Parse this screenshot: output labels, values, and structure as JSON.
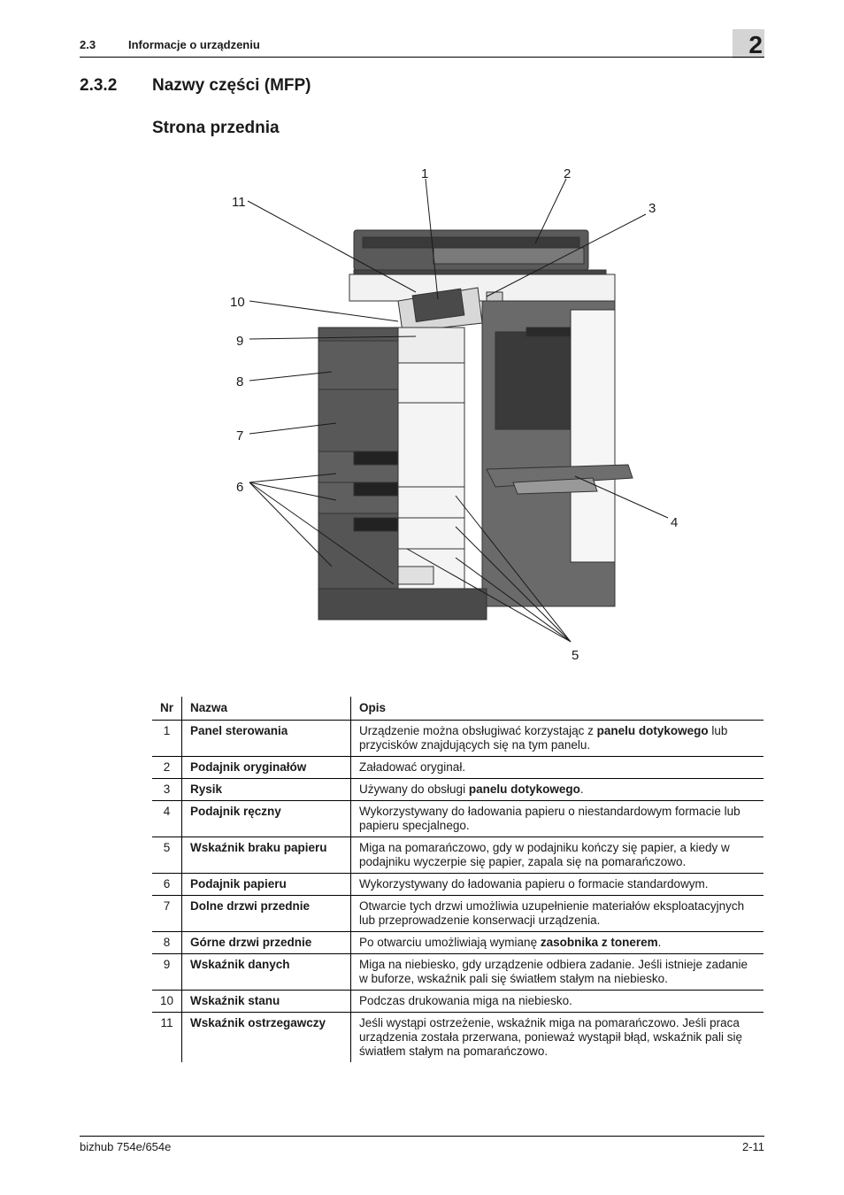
{
  "header": {
    "section": "2.3",
    "title": "Informacje o urządzeniu",
    "chapter": "2"
  },
  "section": {
    "number": "2.3.2",
    "title": "Nazwy części (MFP)",
    "subtitle": "Strona przednia"
  },
  "figure": {
    "callouts": [
      "1",
      "2",
      "3",
      "4",
      "5",
      "6",
      "7",
      "8",
      "9",
      "10",
      "11"
    ]
  },
  "table": {
    "headers": [
      "Nr",
      "Nazwa",
      "Opis"
    ],
    "rows": [
      {
        "nr": "1",
        "name": "Panel sterowania",
        "desc": [
          {
            "t": "Urządzenie można obsługiwać korzystając z "
          },
          {
            "t": "panelu dotykowego",
            "b": true
          },
          {
            "t": " lub przycisków znajdujących się na tym panelu."
          }
        ]
      },
      {
        "nr": "2",
        "name": "Podajnik oryginałów",
        "desc": [
          {
            "t": "Załadować oryginał."
          }
        ]
      },
      {
        "nr": "3",
        "name": "Rysik",
        "desc": [
          {
            "t": "Używany do obsługi "
          },
          {
            "t": "panelu dotykowego",
            "b": true
          },
          {
            "t": "."
          }
        ]
      },
      {
        "nr": "4",
        "name": "Podajnik ręczny",
        "desc": [
          {
            "t": "Wykorzystywany do ładowania papieru o niestandardowym formacie lub papieru specjalnego."
          }
        ]
      },
      {
        "nr": "5",
        "name": "Wskaźnik braku papieru",
        "desc": [
          {
            "t": "Miga na pomarańczowo, gdy w podajniku kończy się papier, a kiedy w podajniku wyczerpie się papier, zapala się na pomarańczowo."
          }
        ]
      },
      {
        "nr": "6",
        "name": "Podajnik papieru",
        "desc": [
          {
            "t": "Wykorzystywany do ładowania papieru o formacie standardowym."
          }
        ]
      },
      {
        "nr": "7",
        "name": "Dolne drzwi przednie",
        "desc": [
          {
            "t": "Otwarcie tych drzwi umożliwia uzupełnienie materiałów eksploatacyjnych lub przeprowadzenie konserwacji urządzenia."
          }
        ]
      },
      {
        "nr": "8",
        "name": "Górne drzwi przednie",
        "desc": [
          {
            "t": "Po otwarciu umożliwiają wymianę "
          },
          {
            "t": "zasobnika z tonerem",
            "b": true
          },
          {
            "t": "."
          }
        ]
      },
      {
        "nr": "9",
        "name": "Wskaźnik danych",
        "desc": [
          {
            "t": "Miga na niebiesko, gdy urządzenie odbiera zadanie. Jeśli istnieje zadanie w buforze, wskaźnik pali się światłem stałym na niebiesko."
          }
        ]
      },
      {
        "nr": "10",
        "name": "Wskaźnik stanu",
        "desc": [
          {
            "t": "Podczas drukowania miga na niebiesko."
          }
        ]
      },
      {
        "nr": "11",
        "name": "Wskaźnik ostrzegawczy",
        "desc": [
          {
            "t": "Jeśli wystąpi ostrzeżenie, wskaźnik miga na pomarańczowo. Jeśli praca urządzenia została przerwana, ponieważ wystąpił błąd, wskaźnik pali się światłem stałym na pomarańczowo."
          }
        ]
      }
    ]
  },
  "footer": {
    "model": "bizhub 754e/654e",
    "page": "2-11"
  }
}
